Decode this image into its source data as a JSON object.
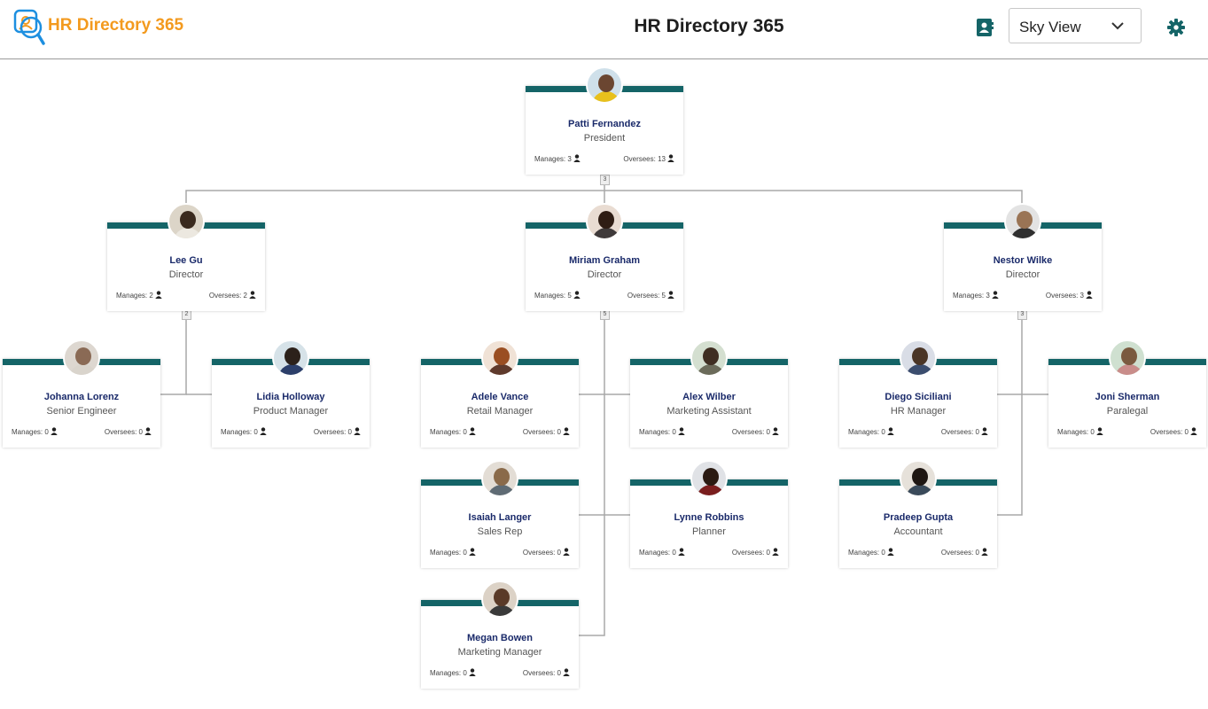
{
  "header": {
    "app_name": "HR Directory 365",
    "title": "HR Directory 365",
    "view_select": {
      "value": "Sky View"
    },
    "icons": {
      "logo": "search-person-logo",
      "contact": "contact-card-icon",
      "dropdown": "chevron-down-icon",
      "settings": "gear-icon"
    }
  },
  "colors": {
    "accent": "#146467",
    "brand_orange": "#f39a1e",
    "logo_blue": "#1d8fe0",
    "name_text": "#1a2a6a"
  },
  "org": {
    "manages_label": "Manages:",
    "oversees_label": "Oversees:",
    "people": [
      {
        "name": "Patti Fernandez",
        "title": "President",
        "manages": "3",
        "oversees": "13"
      },
      {
        "name": "Lee Gu",
        "title": "Director",
        "manages": "2",
        "oversees": "2"
      },
      {
        "name": "Miriam Graham",
        "title": "Director",
        "manages": "5",
        "oversees": "5"
      },
      {
        "name": "Nestor Wilke",
        "title": "Director",
        "manages": "3",
        "oversees": "3"
      },
      {
        "name": "Johanna Lorenz",
        "title": "Senior Engineer",
        "manages": "0",
        "oversees": "0"
      },
      {
        "name": "Lidia Holloway",
        "title": "Product Manager",
        "manages": "0",
        "oversees": "0"
      },
      {
        "name": "Adele Vance",
        "title": "Retail Manager",
        "manages": "0",
        "oversees": "0"
      },
      {
        "name": "Alex Wilber",
        "title": "Marketing Assistant",
        "manages": "0",
        "oversees": "0"
      },
      {
        "name": "Diego Siciliani",
        "title": "HR Manager",
        "manages": "0",
        "oversees": "0"
      },
      {
        "name": "Joni Sherman",
        "title": "Paralegal",
        "manages": "0",
        "oversees": "0"
      },
      {
        "name": "Isaiah Langer",
        "title": "Sales Rep",
        "manages": "0",
        "oversees": "0"
      },
      {
        "name": "Lynne Robbins",
        "title": "Planner",
        "manages": "0",
        "oversees": "0"
      },
      {
        "name": "Pradeep Gupta",
        "title": "Accountant",
        "manages": "0",
        "oversees": "0"
      },
      {
        "name": "Megan Bowen",
        "title": "Marketing Manager",
        "manages": "0",
        "oversees": "0"
      }
    ],
    "expand_badges": [
      "3",
      "2",
      "5",
      "3"
    ]
  }
}
